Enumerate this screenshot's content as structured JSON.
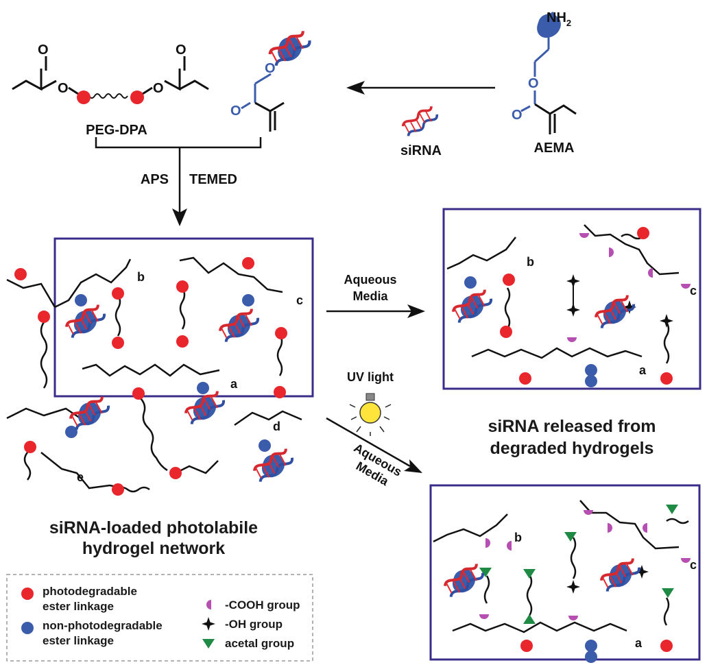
{
  "reagents": {
    "peg_dpa": "PEG-DPA",
    "sirna": "siRNA",
    "aema": "AEMA",
    "nh2": "NH",
    "nh2_sub": "2",
    "o": "O",
    "aps": "APS",
    "temed": "TEMED"
  },
  "conditions": {
    "aqueous_top": [
      "Aqueous",
      "Media"
    ],
    "uv_light": "UV light",
    "aqueous_bottom": [
      "Aqueous",
      "Media"
    ]
  },
  "network_labels": {
    "a": "a",
    "b": "b",
    "c": "c",
    "d": "d",
    "e": "e"
  },
  "captions": {
    "loaded": [
      "siRNA-loaded photolabile",
      "hydrogel network"
    ],
    "released": [
      "siRNA released from",
      "degraded hydrogels"
    ]
  },
  "legend": {
    "items": [
      {
        "label": [
          "photodegradable",
          "ester linkage"
        ],
        "color": "#e8262c",
        "symbol": "circle"
      },
      {
        "label": [
          "non-photodegradable",
          "ester linkage"
        ],
        "color": "#3b5bab",
        "symbol": "circle"
      },
      {
        "label": [
          "-COOH group"
        ],
        "color": "#b64fb1",
        "symbol": "half-disc"
      },
      {
        "label": [
          "-OH group"
        ],
        "color": "#111111",
        "symbol": "star"
      },
      {
        "label": [
          "acetal group"
        ],
        "color": "#1f8a44",
        "symbol": "triangle"
      }
    ]
  },
  "colors": {
    "red": "#e8262c",
    "blue": "#3b5bab",
    "purple": "#b64fb1",
    "green": "#1f8a44",
    "frame": "#3a2d8a"
  }
}
